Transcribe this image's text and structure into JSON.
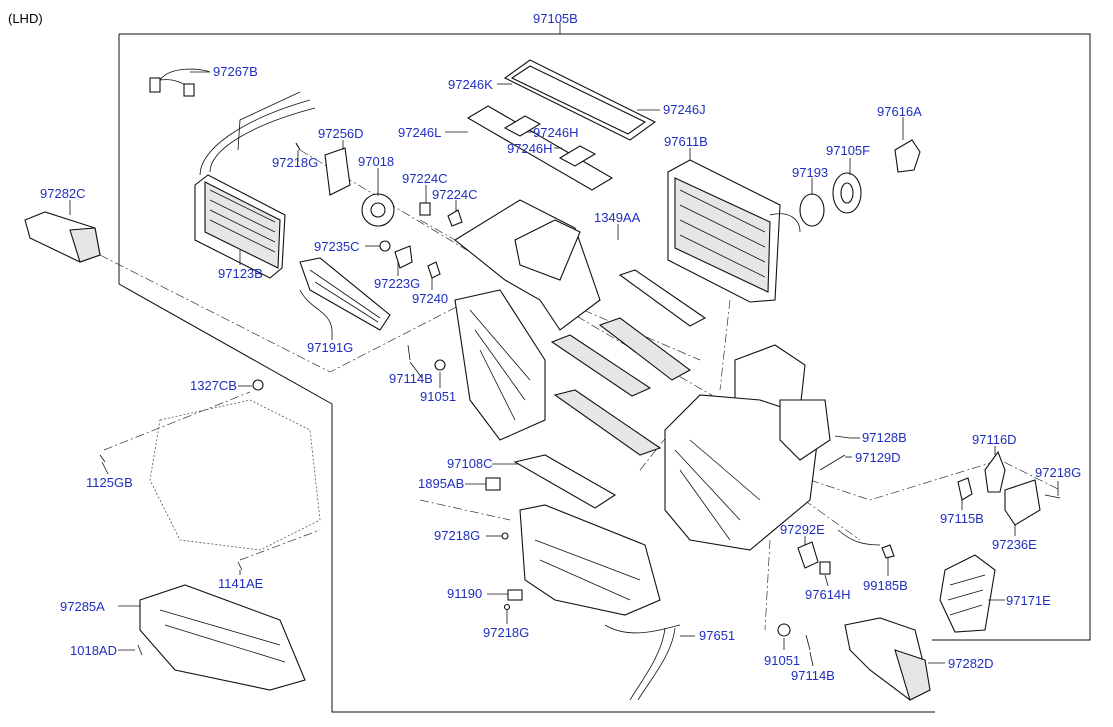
{
  "header": {
    "variant": "(LHD)"
  },
  "labels": {
    "a97105B": "97105B",
    "a97267B": "97267B",
    "a97246K": "97246K",
    "a97246J": "97246J",
    "a97246L": "97246L",
    "a97246H_1": "97246H",
    "a97246H_2": "97246H",
    "a97256D": "97256D",
    "a97018": "97018",
    "a97218G_1": "97218G",
    "a97224C_1": "97224C",
    "a97224C_2": "97224C",
    "a97611B": "97611B",
    "a97616A": "97616A",
    "a97105F": "97105F",
    "a97193": "97193",
    "a97282C": "97282C",
    "a1349AA": "1349AA",
    "a97235C": "97235C",
    "a97123B": "97123B",
    "a97223G": "97223G",
    "a97240": "97240",
    "a97191G": "97191G",
    "a97114B_1": "97114B",
    "a91051_1": "91051",
    "a1327CB": "1327CB",
    "a1125GB": "1125GB",
    "a1141AE": "1141AE",
    "a97285A": "97285A",
    "a1018AD": "1018AD",
    "a97108C": "97108C",
    "a1895AB": "1895AB",
    "a97218G_2": "97218G",
    "a91190": "91190",
    "a97218G_3": "97218G",
    "a97651": "97651",
    "a97128B": "97128B",
    "a97129D": "97129D",
    "a97116D": "97116D",
    "a97218G_4": "97218G",
    "a97115B": "97115B",
    "a97236E": "97236E",
    "a97292E": "97292E",
    "a97614H": "97614H",
    "a99185B": "99185B",
    "a97171E": "97171E",
    "a91051_2": "91051",
    "a97114B_2": "97114B",
    "a97282D": "97282D"
  },
  "colors": {
    "label": "#1f2fbf",
    "line": "#111111",
    "background": "#ffffff"
  }
}
